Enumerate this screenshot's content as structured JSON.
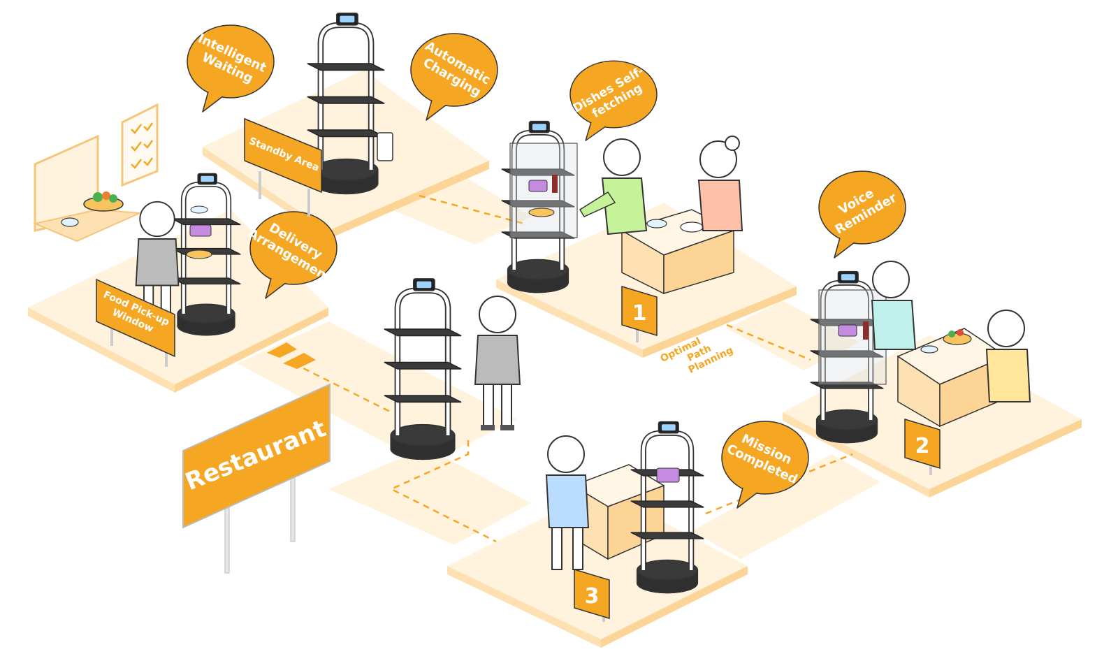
{
  "colors": {
    "accent": "#f5a623",
    "floor": "#fff3de",
    "floor_edge": "#fde1b3",
    "robot_tray": "#3b3b3b",
    "robot_frame": "#ffffff",
    "outline": "#333333"
  },
  "main_sign": {
    "label": "Restaurant"
  },
  "bubbles": {
    "intelligent_waiting": {
      "line1": "Intelligent",
      "line2": "Waiting"
    },
    "automatic_charging": {
      "line1": "Automatic",
      "line2": "Charging"
    },
    "dishes_self_fetching": {
      "line1": "Dishes Self-",
      "line2": "fetching"
    },
    "delivery_arrangement": {
      "line1": "Delivery",
      "line2": "Arrangement"
    },
    "voice_reminder": {
      "line1": "Voice",
      "line2": "Reminder"
    },
    "mission_completed": {
      "line1": "Mission",
      "line2": "Completed"
    }
  },
  "signs": {
    "standby_area": "Standby Area",
    "food_pickup": {
      "line1": "Food Pick-up",
      "line2": "Window"
    }
  },
  "path_label": {
    "line1": "Optimal",
    "line2": "Path",
    "line3": "Planning"
  },
  "tables": {
    "table1": "1",
    "table2": "2",
    "table3": "3"
  },
  "icons": {
    "robot": "delivery-robot-icon",
    "person": "person-icon",
    "checklist": "checklist-icon",
    "arrow": "chevron-arrow-icon"
  }
}
